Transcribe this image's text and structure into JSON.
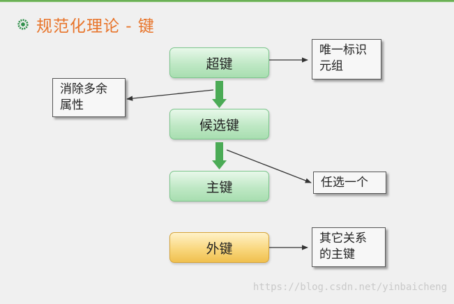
{
  "title": "规范化理论 - 键",
  "nodes": {
    "super_key": "超键",
    "candidate_key": "候选键",
    "primary_key": "主键",
    "foreign_key": "外键"
  },
  "notes": {
    "super_key_note": "唯一标识元组",
    "remove_redundant_note": "消除多余属性",
    "choose_one_note": "任选一个",
    "foreign_key_note": "其它关系的主键"
  },
  "watermark": "https://blog.csdn.net/yinbaicheng",
  "colors": {
    "title": "#e8742a",
    "green_box": "#bfe8c5",
    "yellow_box": "#f9d77e",
    "down_arrow": "#4bab56"
  }
}
